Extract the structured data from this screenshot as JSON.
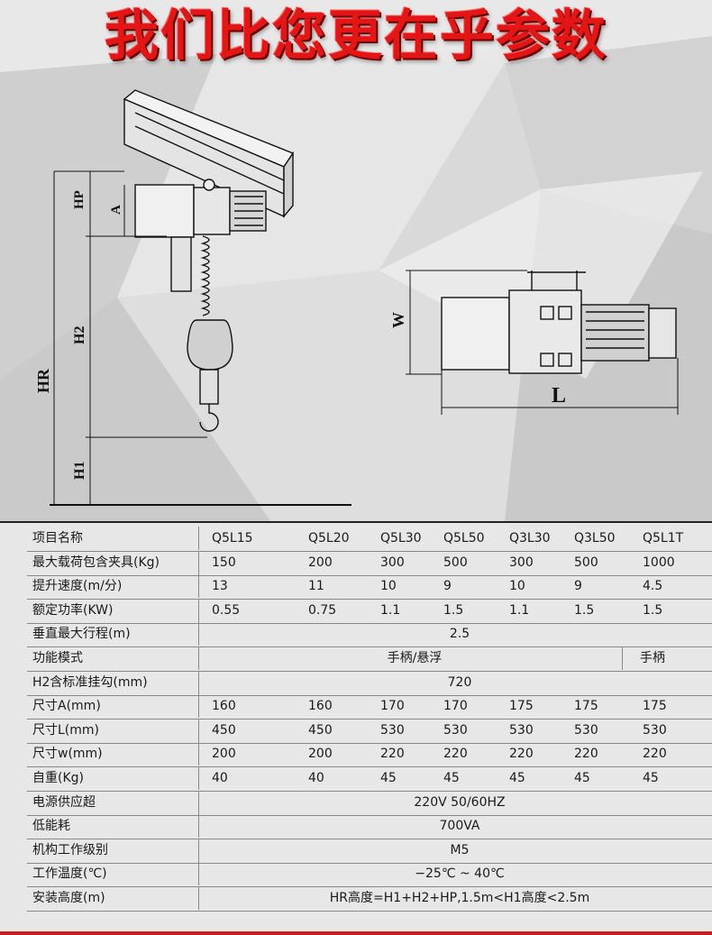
{
  "title": "我们比您更在乎参数",
  "dimension_labels": {
    "hp": "HP",
    "a": "A",
    "h2": "H2",
    "hr": "HR",
    "h1": "H1",
    "w": "W",
    "l": "L"
  },
  "table": {
    "header": {
      "label": "项目名称",
      "models": [
        "Q5L15",
        "Q5L20",
        "Q5L30",
        "Q5L50",
        "Q3L30",
        "Q3L50",
        "Q5L1T"
      ]
    },
    "rows": [
      {
        "label": "最大载荷包含夹具(Kg)",
        "values": [
          "150",
          "200",
          "300",
          "500",
          "300",
          "500",
          "1000"
        ]
      },
      {
        "label": "提升速度(m/分)",
        "values": [
          "13",
          "11",
          "10",
          "9",
          "10",
          "9",
          "4.5"
        ]
      },
      {
        "label": "额定功率(KW)",
        "values": [
          "0.55",
          "0.75",
          "1.1",
          "1.5",
          "1.1",
          "1.5",
          "1.5"
        ]
      },
      {
        "label": "垂直最大行程(m)",
        "span": "2.5"
      },
      {
        "label": "功能模式",
        "span": "手柄/悬浮",
        "last": "手柄"
      },
      {
        "label": "H2含标准挂勾(mm)",
        "span": "720"
      },
      {
        "label": "尺寸A(mm)",
        "values": [
          "160",
          "160",
          "170",
          "170",
          "175",
          "175",
          "175"
        ]
      },
      {
        "label": "尺寸L(mm)",
        "values": [
          "450",
          "450",
          "530",
          "530",
          "530",
          "530",
          "530"
        ]
      },
      {
        "label": "尺寸w(mm)",
        "values": [
          "200",
          "200",
          "220",
          "220",
          "220",
          "220",
          "220"
        ]
      },
      {
        "label": "自重(Kg)",
        "values": [
          "40",
          "40",
          "45",
          "45",
          "45",
          "45",
          "45"
        ]
      },
      {
        "label": "电源供应超",
        "span": "220V 50/60HZ"
      },
      {
        "label": "低能耗",
        "span": "700VA"
      },
      {
        "label": "机构工作级别",
        "span": "M5"
      },
      {
        "label": "工作温度(℃)",
        "span": "−25℃ ~ 40℃"
      },
      {
        "label": "安装高度(m)",
        "span": "HR高度=H1+H2+HP,1.5m<H1高度<2.5m"
      }
    ]
  },
  "colors": {
    "title_red": "#e31515",
    "accent_red": "#c81e1e"
  }
}
